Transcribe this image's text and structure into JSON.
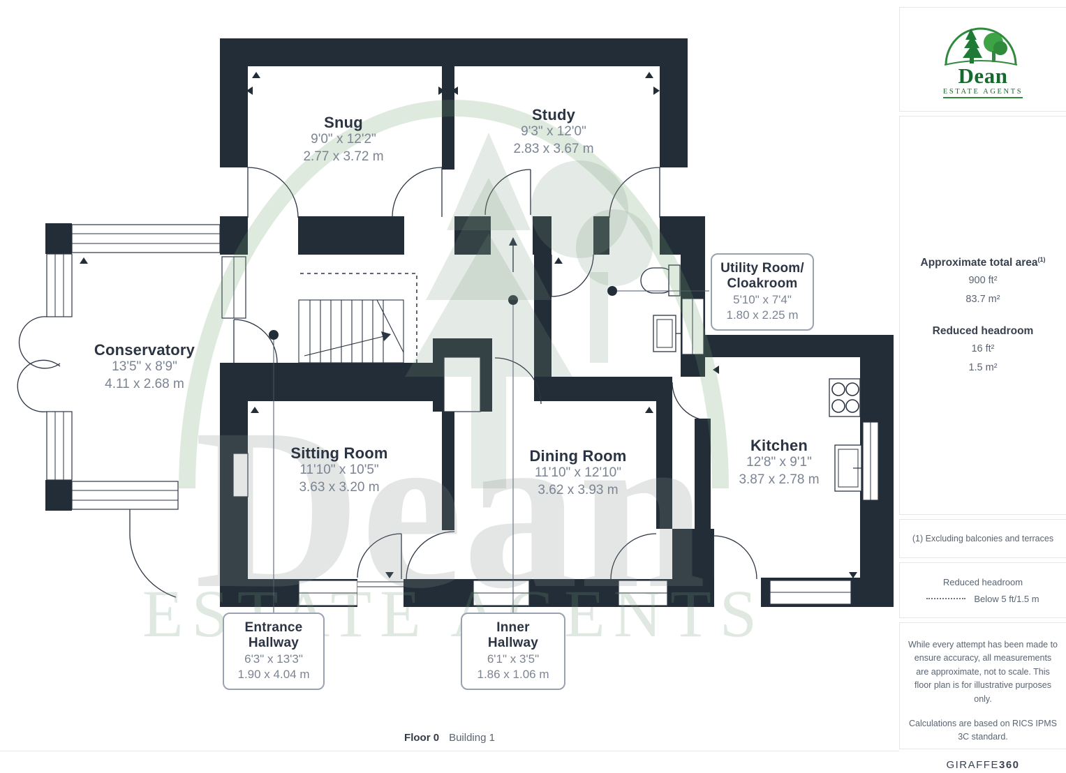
{
  "floorplan": {
    "floor_label": "Floor 0",
    "building_label": "Building 1",
    "rooms": [
      {
        "name": "Snug",
        "dims_ft": "9'0\" x 12'2\"",
        "dims_m": "2.77 x 3.72 m"
      },
      {
        "name": "Study",
        "dims_ft": "9'3\" x 12'0\"",
        "dims_m": "2.83 x 3.67 m"
      },
      {
        "name": "Conservatory",
        "dims_ft": "13'5\" x 8'9\"",
        "dims_m": "4.11 x 2.68 m"
      },
      {
        "name": "Sitting Room",
        "dims_ft": "11'10\" x 10'5\"",
        "dims_m": "3.63 x 3.20 m"
      },
      {
        "name": "Dining Room",
        "dims_ft": "11'10\" x 12'10\"",
        "dims_m": "3.62 x 3.93 m"
      },
      {
        "name": "Kitchen",
        "dims_ft": "12'8\" x 9'1\"",
        "dims_m": "3.87 x 2.78 m"
      }
    ],
    "callouts": [
      {
        "name_lines": [
          "Utility Room/",
          "Cloakroom"
        ],
        "dims_ft": "5'10\" x 7'4\"",
        "dims_m": "1.80 x 2.25 m"
      },
      {
        "name_lines": [
          "Entrance",
          "Hallway"
        ],
        "dims_ft": "6'3\" x 13'3\"",
        "dims_m": "1.90 x 4.04 m"
      },
      {
        "name_lines": [
          "Inner",
          "Hallway"
        ],
        "dims_ft": "6'1\" x 3'5\"",
        "dims_m": "1.86 x 1.06 m"
      }
    ]
  },
  "sidebar": {
    "logo": {
      "brand": "Dean",
      "tagline": "ESTATE AGENTS"
    },
    "area": {
      "title": "Approximate total area",
      "superscript": "(1)",
      "total_ft": "900 ft²",
      "total_m": "83.7 m²",
      "headroom_title": "Reduced headroom",
      "headroom_ft": "16 ft²",
      "headroom_m": "1.5 m²"
    },
    "footnote": "(1) Excluding balconies and terraces",
    "legend": {
      "title": "Reduced headroom",
      "item": "Below 5 ft/1.5 m"
    },
    "disclaimer_1": "While every attempt has been made to ensure accuracy, all measurements are approximate, not to scale. This floor plan is for illustrative purposes only.",
    "disclaimer_2": "Calculations are based on RICS IPMS 3C standard.",
    "brand_footer": {
      "name": "GIRAFFE",
      "suffix": "360"
    }
  },
  "colors": {
    "wall": "#232d38",
    "brand_green": "#1e7a34",
    "dim_text": "#7b8492",
    "label_text": "#2b3443"
  }
}
